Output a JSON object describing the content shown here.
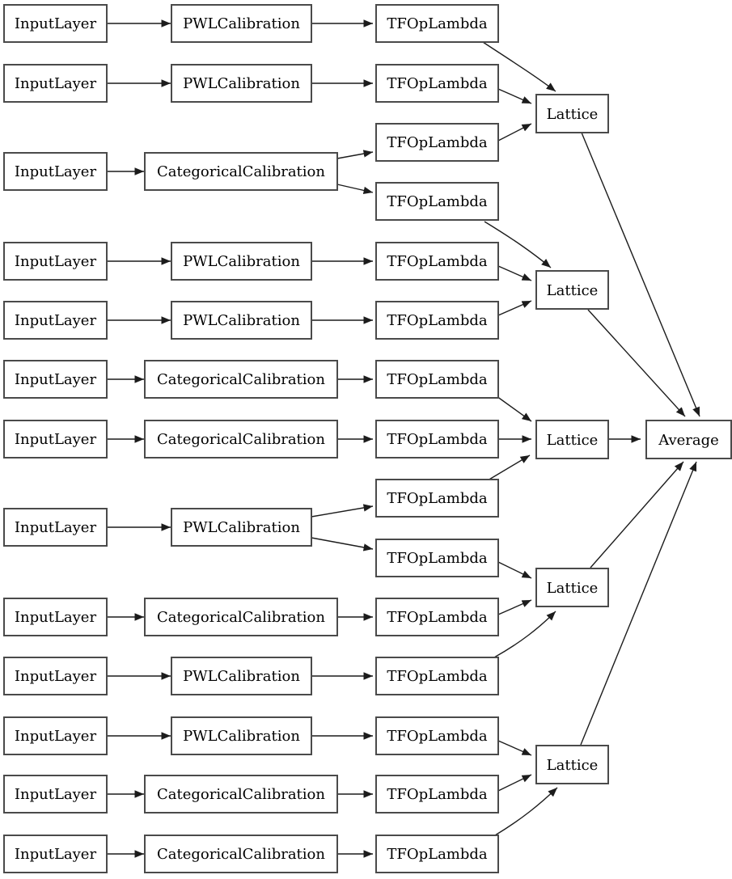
{
  "diagram": {
    "kind": "keras-model-architecture-graph",
    "colors": {
      "background": "#ffffff",
      "box_fill": "#ffffff",
      "box_border": "#4a4a4a",
      "edge": "#1c1c1c",
      "text": "#000000"
    },
    "nodes": [
      {
        "id": "input_1",
        "label": "InputLayer",
        "type": "InputLayer"
      },
      {
        "id": "input_2",
        "label": "InputLayer",
        "type": "InputLayer"
      },
      {
        "id": "input_3",
        "label": "InputLayer",
        "type": "InputLayer"
      },
      {
        "id": "input_4",
        "label": "InputLayer",
        "type": "InputLayer"
      },
      {
        "id": "input_5",
        "label": "InputLayer",
        "type": "InputLayer"
      },
      {
        "id": "input_6",
        "label": "InputLayer",
        "type": "InputLayer"
      },
      {
        "id": "input_7",
        "label": "InputLayer",
        "type": "InputLayer"
      },
      {
        "id": "input_8",
        "label": "InputLayer",
        "type": "InputLayer"
      },
      {
        "id": "input_9",
        "label": "InputLayer",
        "type": "InputLayer"
      },
      {
        "id": "input_10",
        "label": "InputLayer",
        "type": "InputLayer"
      },
      {
        "id": "input_11",
        "label": "InputLayer",
        "type": "InputLayer"
      },
      {
        "id": "input_12",
        "label": "InputLayer",
        "type": "InputLayer"
      },
      {
        "id": "input_13",
        "label": "InputLayer",
        "type": "InputLayer"
      },
      {
        "id": "pwl_1",
        "label": "PWLCalibration",
        "type": "PWLCalibration"
      },
      {
        "id": "pwl_2",
        "label": "PWLCalibration",
        "type": "PWLCalibration"
      },
      {
        "id": "cat_3",
        "label": "CategoricalCalibration",
        "type": "CategoricalCalibration"
      },
      {
        "id": "pwl_4",
        "label": "PWLCalibration",
        "type": "PWLCalibration"
      },
      {
        "id": "pwl_5",
        "label": "PWLCalibration",
        "type": "PWLCalibration"
      },
      {
        "id": "cat_6",
        "label": "CategoricalCalibration",
        "type": "CategoricalCalibration"
      },
      {
        "id": "cat_7",
        "label": "CategoricalCalibration",
        "type": "CategoricalCalibration"
      },
      {
        "id": "pwl_8",
        "label": "PWLCalibration",
        "type": "PWLCalibration"
      },
      {
        "id": "cat_9",
        "label": "CategoricalCalibration",
        "type": "CategoricalCalibration"
      },
      {
        "id": "pwl_10",
        "label": "PWLCalibration",
        "type": "PWLCalibration"
      },
      {
        "id": "pwl_11",
        "label": "PWLCalibration",
        "type": "PWLCalibration"
      },
      {
        "id": "cat_12",
        "label": "CategoricalCalibration",
        "type": "CategoricalCalibration"
      },
      {
        "id": "cat_13",
        "label": "CategoricalCalibration",
        "type": "CategoricalCalibration"
      },
      {
        "id": "lambda_1",
        "label": "TFOpLambda",
        "type": "TFOpLambda"
      },
      {
        "id": "lambda_2",
        "label": "TFOpLambda",
        "type": "TFOpLambda"
      },
      {
        "id": "lambda_3a",
        "label": "TFOpLambda",
        "type": "TFOpLambda"
      },
      {
        "id": "lambda_3b",
        "label": "TFOpLambda",
        "type": "TFOpLambda"
      },
      {
        "id": "lambda_4",
        "label": "TFOpLambda",
        "type": "TFOpLambda"
      },
      {
        "id": "lambda_5",
        "label": "TFOpLambda",
        "type": "TFOpLambda"
      },
      {
        "id": "lambda_6",
        "label": "TFOpLambda",
        "type": "TFOpLambda"
      },
      {
        "id": "lambda_7",
        "label": "TFOpLambda",
        "type": "TFOpLambda"
      },
      {
        "id": "lambda_8a",
        "label": "TFOpLambda",
        "type": "TFOpLambda"
      },
      {
        "id": "lambda_8b",
        "label": "TFOpLambda",
        "type": "TFOpLambda"
      },
      {
        "id": "lambda_9",
        "label": "TFOpLambda",
        "type": "TFOpLambda"
      },
      {
        "id": "lambda_10",
        "label": "TFOpLambda",
        "type": "TFOpLambda"
      },
      {
        "id": "lambda_11",
        "label": "TFOpLambda",
        "type": "TFOpLambda"
      },
      {
        "id": "lambda_12",
        "label": "TFOpLambda",
        "type": "TFOpLambda"
      },
      {
        "id": "lambda_13",
        "label": "TFOpLambda",
        "type": "TFOpLambda"
      },
      {
        "id": "lattice_1",
        "label": "Lattice",
        "type": "Lattice"
      },
      {
        "id": "lattice_2",
        "label": "Lattice",
        "type": "Lattice"
      },
      {
        "id": "lattice_3",
        "label": "Lattice",
        "type": "Lattice"
      },
      {
        "id": "lattice_4",
        "label": "Lattice",
        "type": "Lattice"
      },
      {
        "id": "lattice_5",
        "label": "Lattice",
        "type": "Lattice"
      },
      {
        "id": "average",
        "label": "Average",
        "type": "Average"
      }
    ],
    "edges": [
      [
        "input_1",
        "pwl_1"
      ],
      [
        "input_2",
        "pwl_2"
      ],
      [
        "input_3",
        "cat_3"
      ],
      [
        "input_4",
        "pwl_4"
      ],
      [
        "input_5",
        "pwl_5"
      ],
      [
        "input_6",
        "cat_6"
      ],
      [
        "input_7",
        "cat_7"
      ],
      [
        "input_8",
        "pwl_8"
      ],
      [
        "input_9",
        "cat_9"
      ],
      [
        "input_10",
        "pwl_10"
      ],
      [
        "input_11",
        "pwl_11"
      ],
      [
        "input_12",
        "cat_12"
      ],
      [
        "input_13",
        "cat_13"
      ],
      [
        "pwl_1",
        "lambda_1"
      ],
      [
        "pwl_2",
        "lambda_2"
      ],
      [
        "cat_3",
        "lambda_3a"
      ],
      [
        "cat_3",
        "lambda_3b"
      ],
      [
        "pwl_4",
        "lambda_4"
      ],
      [
        "pwl_5",
        "lambda_5"
      ],
      [
        "cat_6",
        "lambda_6"
      ],
      [
        "cat_7",
        "lambda_7"
      ],
      [
        "pwl_8",
        "lambda_8a"
      ],
      [
        "pwl_8",
        "lambda_8b"
      ],
      [
        "cat_9",
        "lambda_9"
      ],
      [
        "pwl_10",
        "lambda_10"
      ],
      [
        "pwl_11",
        "lambda_11"
      ],
      [
        "cat_12",
        "lambda_12"
      ],
      [
        "cat_13",
        "lambda_13"
      ],
      [
        "lambda_1",
        "lattice_1"
      ],
      [
        "lambda_2",
        "lattice_1"
      ],
      [
        "lambda_3a",
        "lattice_1"
      ],
      [
        "lambda_3b",
        "lattice_2"
      ],
      [
        "lambda_4",
        "lattice_2"
      ],
      [
        "lambda_5",
        "lattice_2"
      ],
      [
        "lambda_6",
        "lattice_3"
      ],
      [
        "lambda_7",
        "lattice_3"
      ],
      [
        "lambda_8a",
        "lattice_3"
      ],
      [
        "lambda_8b",
        "lattice_4"
      ],
      [
        "lambda_9",
        "lattice_4"
      ],
      [
        "lambda_10",
        "lattice_4"
      ],
      [
        "lambda_11",
        "lattice_5"
      ],
      [
        "lambda_12",
        "lattice_5"
      ],
      [
        "lambda_13",
        "lattice_5"
      ],
      [
        "lattice_1",
        "average"
      ],
      [
        "lattice_2",
        "average"
      ],
      [
        "lattice_3",
        "average"
      ],
      [
        "lattice_4",
        "average"
      ],
      [
        "lattice_5",
        "average"
      ]
    ]
  }
}
